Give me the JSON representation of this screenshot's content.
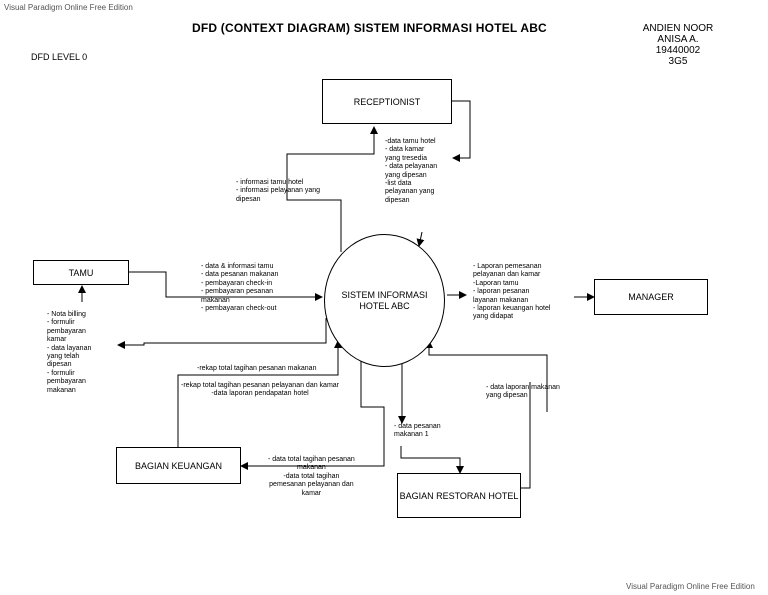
{
  "watermark": {
    "top": "Visual Paradigm Online Free Edition",
    "bottom": "Visual Paradigm Online Free Edition"
  },
  "title": "DFD (CONTEXT DIAGRAM) SISTEM INFORMASI HOTEL ABC",
  "author": {
    "name": "ANDIEN NOOR ANISA A.",
    "nim": "19440002",
    "class": "3G5"
  },
  "level": "DFD LEVEL 0",
  "process": {
    "line1": "SISTEM INFORMASI",
    "line2": "HOTEL ABC"
  },
  "entities": {
    "receptionist": "RECEPTIONIST",
    "tamu": "TAMU",
    "manager": "MANAGER",
    "keuangan": "BAGIAN KEUANGAN",
    "restoran": "BAGIAN RESTORAN HOTEL"
  },
  "flows": {
    "to_receptionist": [
      "- informasi tamu hotel",
      "- informasi pelayanan yang",
      "dipesan"
    ],
    "from_receptionist": [
      "-data tamu hotel",
      "- data kamar",
      "yang tresedia",
      "- data pelayanan",
      "yang dipesan",
      "-list data",
      "pelayanan yang",
      "dipesan"
    ],
    "from_tamu": [
      "- data & informasi tamu",
      "- data pesanan makanan",
      "- pembayaran check-in",
      "- pembayaran pesanan",
      "makanan",
      "- pembayaran check-out"
    ],
    "to_tamu": [
      "- Nota billing",
      "- formulir",
      "pembayaran",
      "kamar",
      "- data layanan",
      "yang telah",
      "dipesan",
      "- formulir",
      "pembayaran",
      "makanan"
    ],
    "to_manager": [
      "- Laporan pemesanan",
      "pelayanan dan kamar",
      "-Laporan tamu",
      "- laporan pesanan",
      "layanan makanan",
      "- laporan keuangan hotel",
      "yang didapat"
    ],
    "from_keuangan": [
      "-rekap total tagihan pesanan makanan"
    ],
    "from_keuangan2": [
      "-rekap total tagihan pesanan pelayanan dan kamar",
      "-data laporan pendapatan hotel"
    ],
    "to_keuangan": [
      "- data total tagihan pesanan",
      "makanan",
      "-data total tagihan",
      "pemesanan pelayanan dan",
      "kamar"
    ],
    "to_restoran": [
      "- data pesanan",
      "makanan 1"
    ],
    "from_restoran": [
      "- data laporan makanan",
      "yang dipesan"
    ]
  }
}
